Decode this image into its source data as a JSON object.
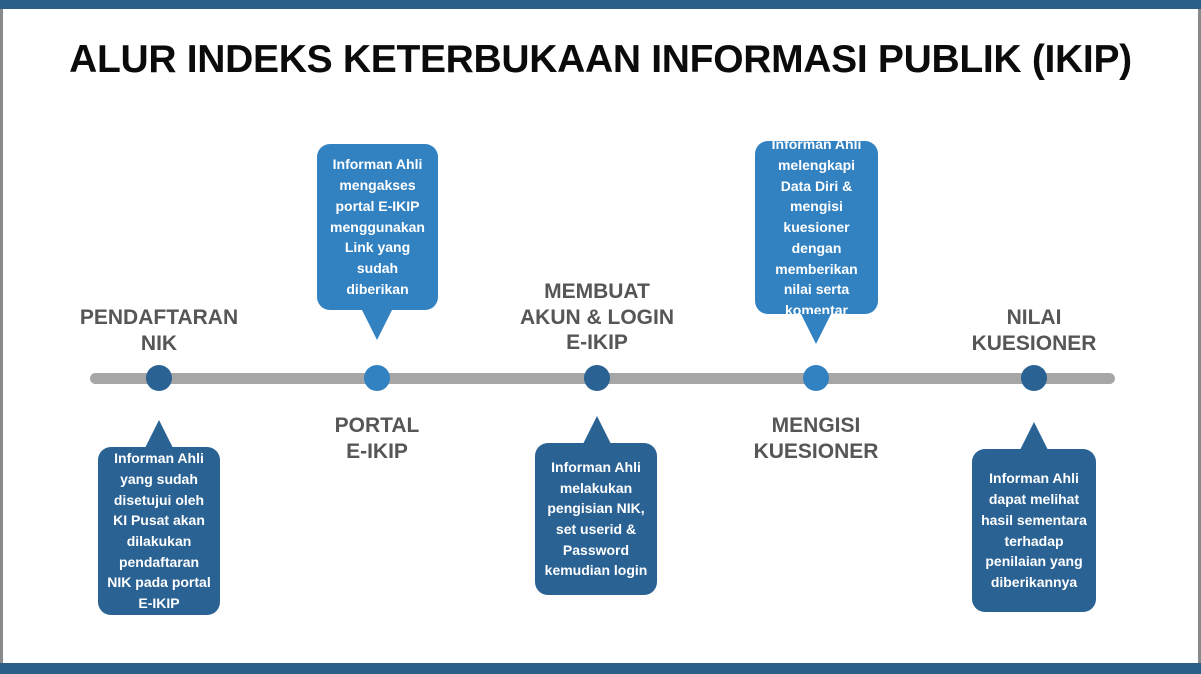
{
  "slide": {
    "title": "ALUR INDEKS KETERBUKAAN INFORMASI PUBLIK (IKIP)",
    "background_color": "#ffffff",
    "band_color": "#2a5f8a",
    "timeline_color": "#a6a6a6",
    "accent_dark": "#2a6294",
    "accent_light": "#3282c2",
    "label_color": "#565656"
  },
  "steps": [
    {
      "id": "pendaftaran-nik",
      "stage_label": "PENDAFTARAN\nNIK",
      "stage_position": "above",
      "node_color": "dark",
      "bubble_text": "Informan Ahli yang sudah disetujui oleh KI Pusat akan dilakukan pendaftaran NIK pada portal E-IKIP",
      "bubble_color": "dark",
      "bubble_position": "below"
    },
    {
      "id": "portal-e-ikip",
      "stage_label": "PORTAL\nE-IKIP",
      "stage_position": "below",
      "node_color": "light",
      "bubble_text": "Informan Ahli mengakses portal E-IKIP menggunakan Link yang sudah diberikan",
      "bubble_color": "light",
      "bubble_position": "above"
    },
    {
      "id": "membuat-akun-login",
      "stage_label": "MEMBUAT\nAKUN & LOGIN\nE-IKIP",
      "stage_position": "above",
      "node_color": "dark",
      "bubble_text": "Informan Ahli melakukan pengisian NIK, set userid & Password kemudian login",
      "bubble_color": "dark",
      "bubble_position": "below"
    },
    {
      "id": "mengisi-kuesioner",
      "stage_label": "MENGISI\nKUESIONER",
      "stage_position": "below",
      "node_color": "light",
      "bubble_text": "Informan Ahli melengkapi Data Diri & mengisi kuesioner dengan memberikan nilai serta komentar",
      "bubble_color": "light",
      "bubble_position": "above"
    },
    {
      "id": "nilai-kuesioner",
      "stage_label": "NILAI\nKUESIONER",
      "stage_position": "above",
      "node_color": "dark",
      "bubble_text": "Informan Ahli dapat melihat hasil sementara terhadap penilaian yang diberikannya",
      "bubble_color": "dark",
      "bubble_position": "below"
    }
  ]
}
